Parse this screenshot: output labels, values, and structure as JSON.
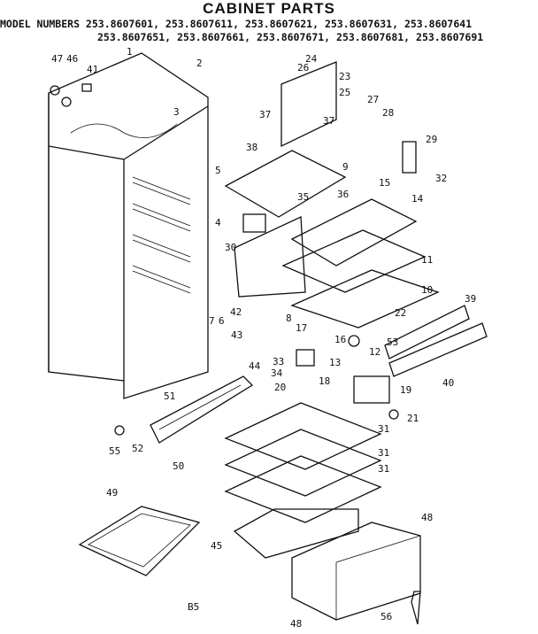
{
  "header": {
    "title": "CABINET PARTS",
    "models_line1": "MODEL NUMBERS 253.8607601, 253.8607611, 253.8607621, 253.8607631, 253.8607641",
    "models_line2": "253.8607651, 253.8607661, 253.8607671, 253.8607681, 253.8607691"
  },
  "footer": {
    "page_code": "B5"
  },
  "callouts": [
    "47",
    "46",
    "41",
    "1",
    "2",
    "3",
    "24",
    "26",
    "23",
    "25",
    "27",
    "28",
    "37",
    "37",
    "38",
    "29",
    "5",
    "9",
    "15",
    "14",
    "32",
    "36",
    "4",
    "35",
    "30",
    "11",
    "10",
    "39",
    "42",
    "8",
    "7",
    "6",
    "22",
    "43",
    "17",
    "16",
    "53",
    "44",
    "33",
    "34",
    "13",
    "12",
    "20",
    "18",
    "19",
    "40",
    "51",
    "21",
    "52",
    "55",
    "50",
    "31",
    "31",
    "31",
    "49",
    "48",
    "45",
    "48",
    "56"
  ]
}
